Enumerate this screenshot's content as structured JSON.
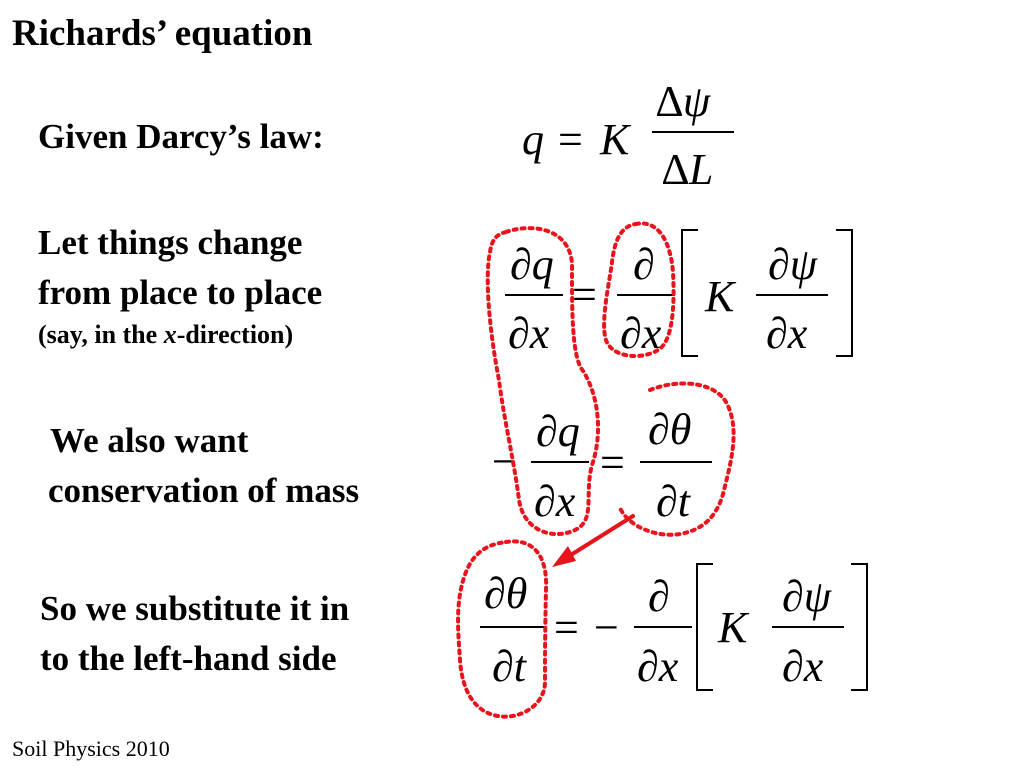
{
  "slide": {
    "title": "Richards’ equation",
    "footer": "Soil Physics 2010"
  },
  "rows": {
    "darcy_label": "Given Darcy’s law:",
    "change_label_1": "Let things change",
    "change_label_2": "from place to place",
    "change_sub_pre": "(say, in the ",
    "change_sub_var": "x",
    "change_sub_post": "-direction)",
    "mass_label_1": "We also want",
    "mass_label_2": "conservation of mass",
    "sub_label_1": "So we substitute it in",
    "sub_label_2": "to the left-hand side"
  },
  "math": {
    "q": "q",
    "K": "K",
    "equals": "=",
    "minus": "−",
    "delta_psi": "∆ψ",
    "delta_L": "∆L",
    "d": "∂",
    "dq": "∂q",
    "dx": "∂x",
    "dpsi": "∂ψ",
    "dtheta": "∂θ",
    "dt": "∂t"
  },
  "colors": {
    "highlight": "#e8141b",
    "text": "#000000"
  }
}
